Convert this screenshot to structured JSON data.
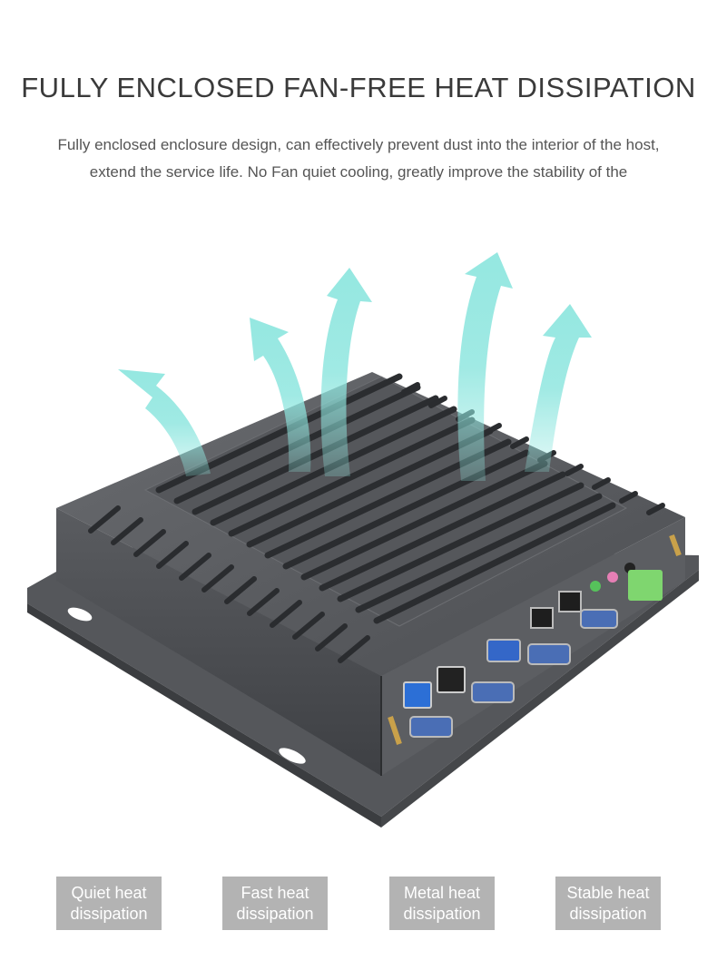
{
  "heading": "FULLY ENCLOSED FAN-FREE HEAT DISSIPATION",
  "description": "Fully enclosed enclosure design, can effectively prevent dust into the interior of the host, extend the service life. No Fan quiet cooling, greatly improve the stability of the",
  "colors": {
    "arrow": "#8fe6df",
    "chassis": "#5f6164",
    "fins": "#2f3134",
    "badge": "#b3b3b3"
  },
  "features": [
    {
      "label": "Quiet heat\ndissipation"
    },
    {
      "label": "Fast heat\ndissipation"
    },
    {
      "label": "Metal heat\ndissipation"
    },
    {
      "label": "Stable heat\ndissipation"
    }
  ]
}
